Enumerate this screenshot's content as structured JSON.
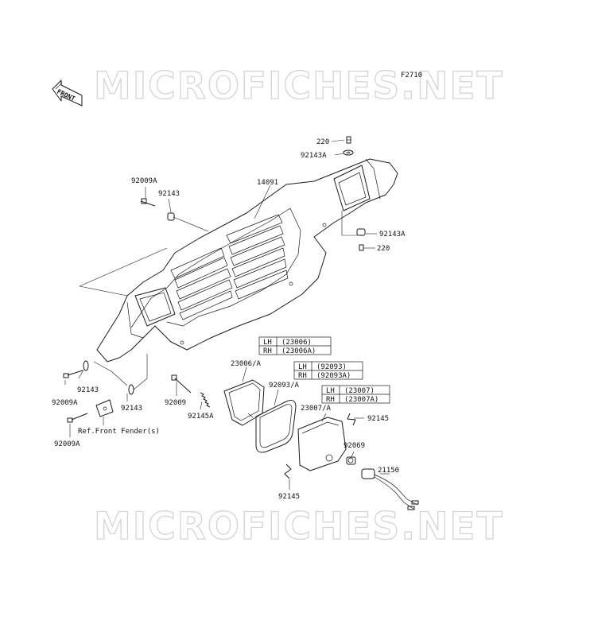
{
  "figure_code": "F2710",
  "front_arrow_text": "FRONT",
  "watermark": "MICROFICHES.NET",
  "labels": {
    "l_220_top": "220",
    "l_92143a_top": "92143A",
    "l_14091": "14091",
    "l_92009a_top": "92009A",
    "l_92143_top": "92143",
    "l_92143a_right": "92143A",
    "l_220_right": "220",
    "l_23006a": "23006/A",
    "l_92093a": "92093/A",
    "l_23007a": "23007/A",
    "l_92145_right": "92145",
    "l_92069": "92069",
    "l_21150": "21150",
    "l_92145_bottom": "92145",
    "l_92143_mid": "92143",
    "l_92009a_mid": "92009A",
    "l_92143_low": "92143",
    "l_92009a_low": "92009A",
    "l_92009": "92009",
    "l_92145a": "92145A",
    "l_ref_front_fender": "Ref.Front Fender(s)"
  },
  "tables": {
    "t23006": [
      [
        "LH",
        "(23006)"
      ],
      [
        "RH",
        "(23006A)"
      ]
    ],
    "t92093": [
      [
        "LH",
        "(92093)"
      ],
      [
        "RH",
        "(92093A)"
      ]
    ],
    "t23007": [
      [
        "LH",
        "(23007)"
      ],
      [
        "RH",
        "(23007A)"
      ]
    ]
  }
}
